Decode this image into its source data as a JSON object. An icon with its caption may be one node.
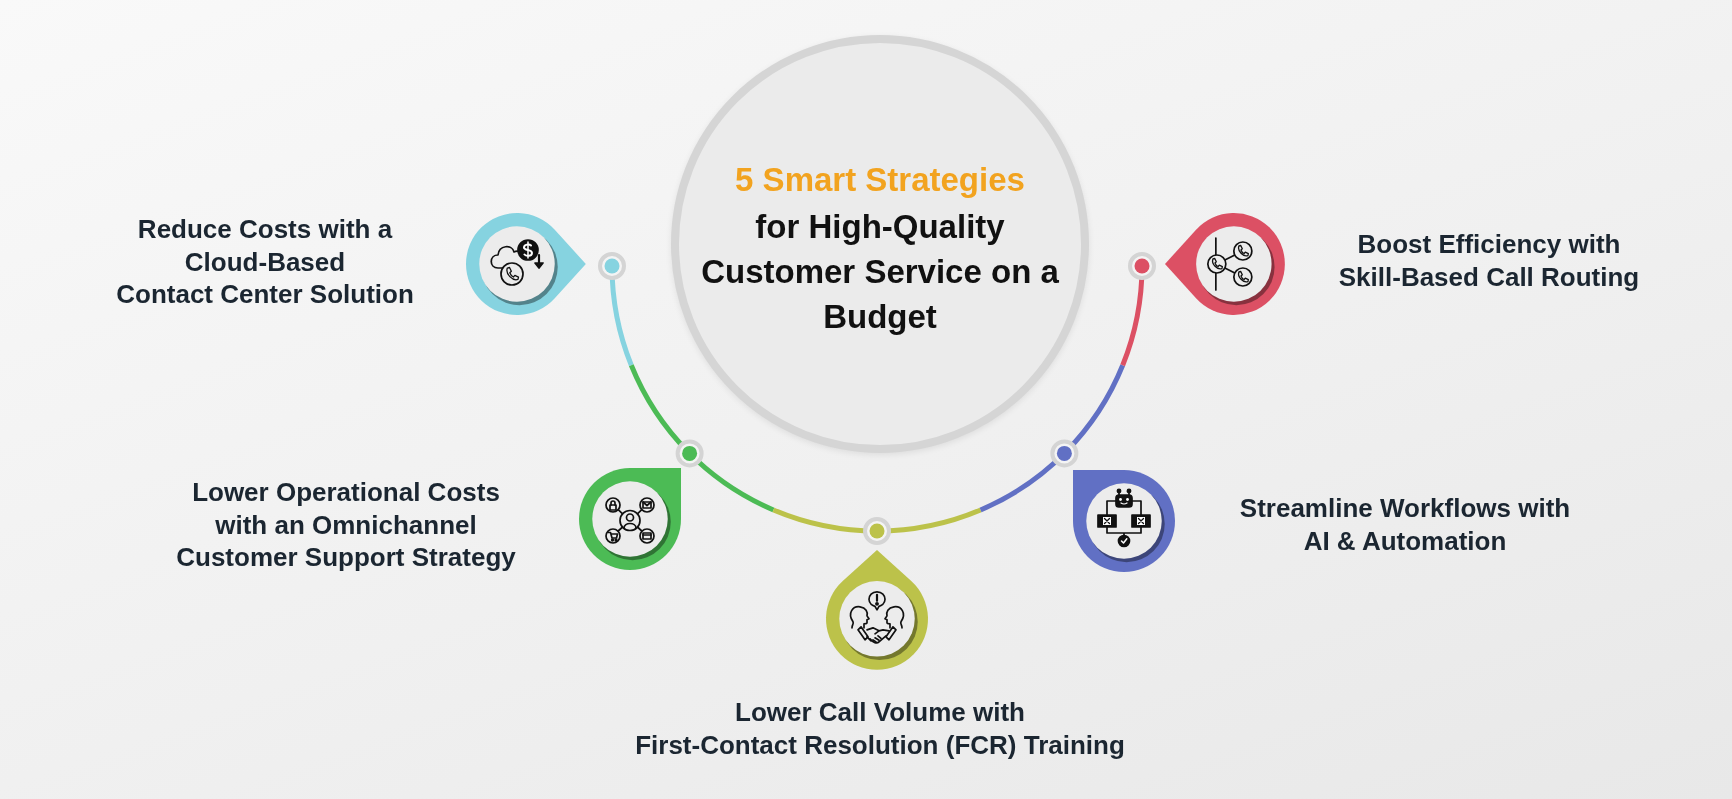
{
  "diagram": {
    "nodes": [
      {
        "text": [
          "5 Smart Strategies",
          "for High-Quality Customer Service on a Budget"
        ]
      },
      {
        "text": [],
        "shape": "circle",
        "beside": [
          "Reduce Costs with a Cloud-Based Contact Center Solution"
        ]
      },
      {
        "text": [],
        "shape": "circle",
        "beside": [
          "Boost Efficiency with Skill-Based Call Routing"
        ]
      },
      {
        "text": [],
        "shape": "circle",
        "beside": [
          "Lower Operational Costs with an Omnichannel Customer Support Strategy"
        ]
      },
      {
        "text": [],
        "shape": "circle",
        "beside": [
          "Streamline Workflows with AI & Automation"
        ]
      },
      {
        "text": [],
        "shape": "circle",
        "beside": [
          "Lower Call Volume with First-Contact Resolution (FCR) Training"
        ]
      }
    ]
  }
}
